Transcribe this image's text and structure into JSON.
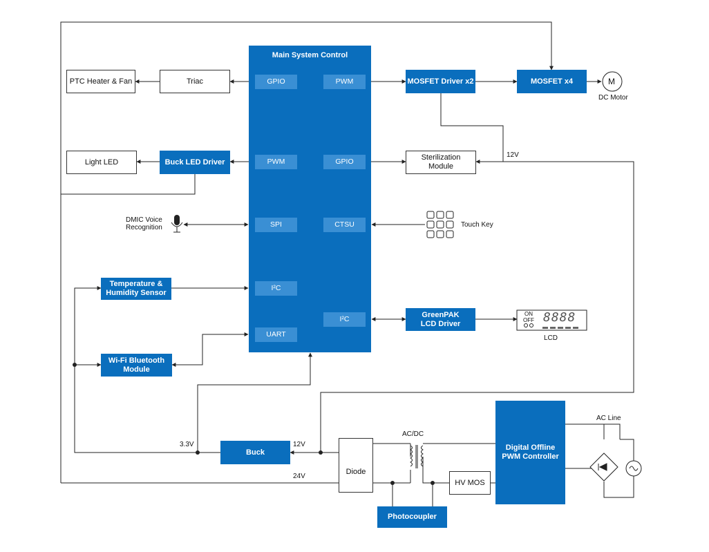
{
  "mcu": {
    "title": "Main System Control",
    "blocks": {
      "gpio_left": "GPIO",
      "pwm_right": "PWM",
      "pwm_left": "PWM",
      "gpio_right": "GPIO",
      "spi": "SPI",
      "ctsu": "CTSU",
      "i2c_left": "I²C",
      "uart": "UART",
      "i2c_right": "I²C"
    }
  },
  "boxes": {
    "ptc": "PTC Heater & Fan",
    "triac": "Triac",
    "mosfet_driver": "MOSFET Driver x2",
    "mosfet4": "MOSFET x4",
    "light_led": "Light LED",
    "buck_led": "Buck LED Driver",
    "steril": "Sterilization\nModule",
    "temp": "Temperature &\nHumidity Sensor",
    "wifi": "Wi-Fi Bluetooth\nModule",
    "greenpak": "GreenPAK\nLCD Driver",
    "buck": "Buck",
    "diode": "Diode",
    "hvmos": "HV MOS",
    "photo": "Photocoupler",
    "pwm_ctrl": "Digital Offline\nPWM Controller"
  },
  "labels": {
    "motor_letter": "M",
    "dc_motor": "DC Motor",
    "v12_top": "12V",
    "dmic": "DMIC Voice\nRecognition",
    "touch": "Touch Key",
    "lcd": "LCD",
    "lcd_on": "ON",
    "lcd_off": "OFF",
    "lcd_digits": "8888",
    "v33": "3.3V",
    "v12_bottom": "12V",
    "v24": "24V",
    "acdc": "AC/DC",
    "acline": "AC Line"
  },
  "colors": {
    "block": "#0a6ebd",
    "inner": "#3a8fd4",
    "line": "#222222"
  }
}
